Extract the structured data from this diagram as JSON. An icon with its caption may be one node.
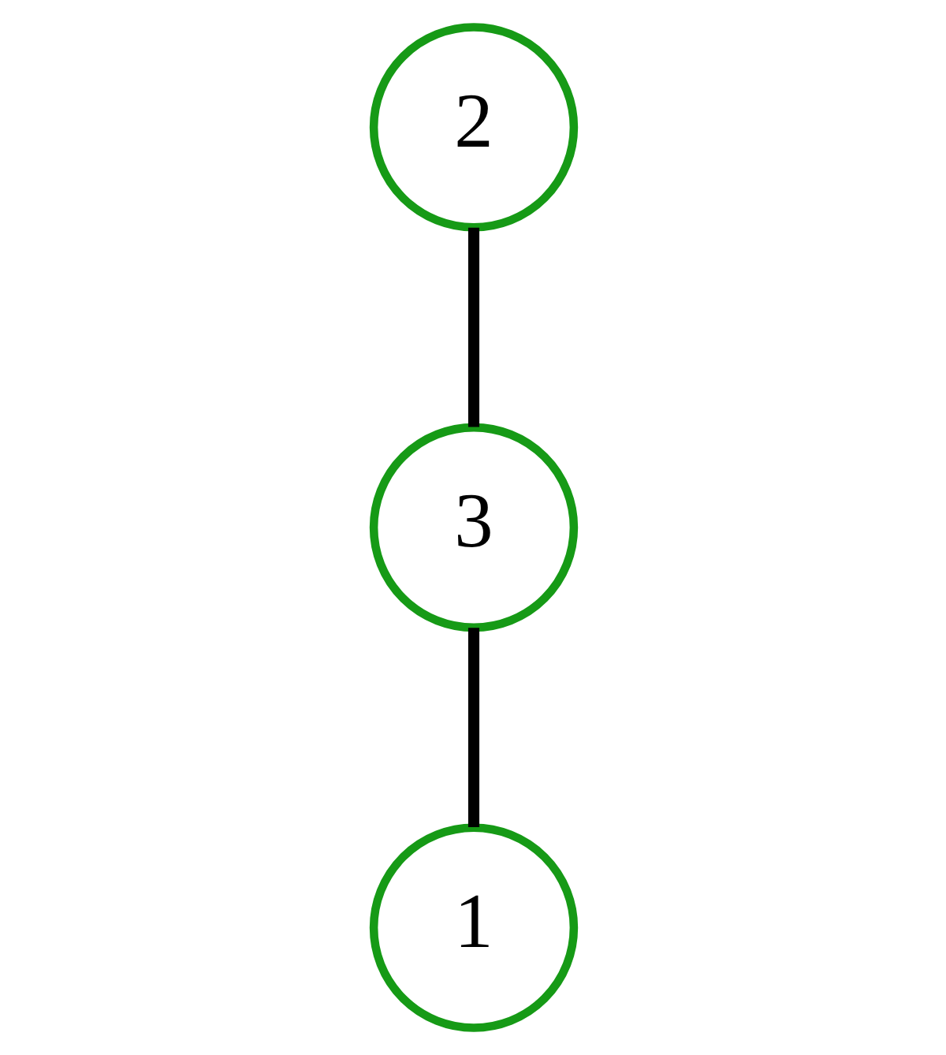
{
  "diagram": {
    "nodes": [
      {
        "text": [
          "2"
        ]
      },
      {
        "text": [
          "1"
        ]
      },
      {
        "text": [
          "3"
        ]
      }
    ],
    "edges": [
      {
        "from": 0,
        "to": 2,
        "arrow": "none"
      },
      {
        "from": 2,
        "to": 1,
        "arrow": "none"
      }
    ]
  }
}
